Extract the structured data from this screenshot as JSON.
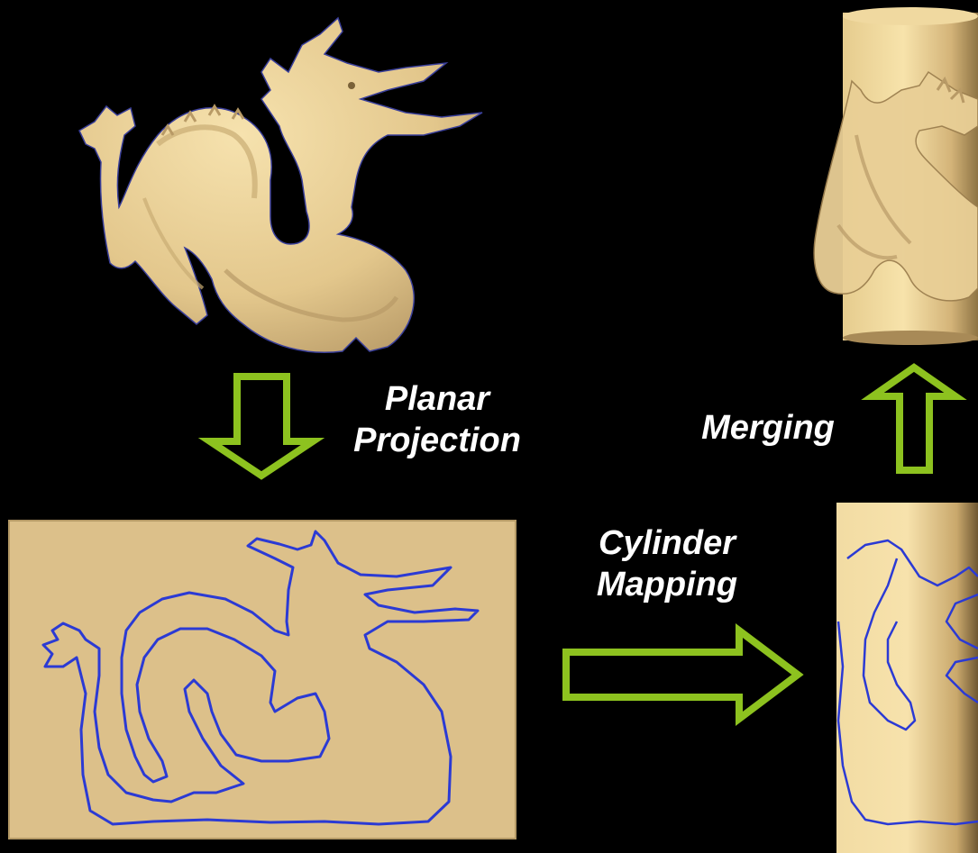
{
  "labels": {
    "planar_line1": "Planar",
    "planar_line2": "Projection",
    "merging": "Merging",
    "cylinder_line1": "Cylinder",
    "cylinder_line2": "Mapping"
  },
  "colors": {
    "background": "#000000",
    "model_fill": "#e8cf96",
    "model_shadow": "#b8996a",
    "panel_fill": "#dcc08a",
    "outline": "#2b3ad4",
    "arrow": "#8dc21f"
  },
  "figure_items": [
    "dragon-model",
    "planar-projection-arrow",
    "projected-outline-panel",
    "cylinder-mapping-arrow",
    "mapped-cylinder",
    "merging-arrow",
    "merged-cylinder-dragon"
  ]
}
